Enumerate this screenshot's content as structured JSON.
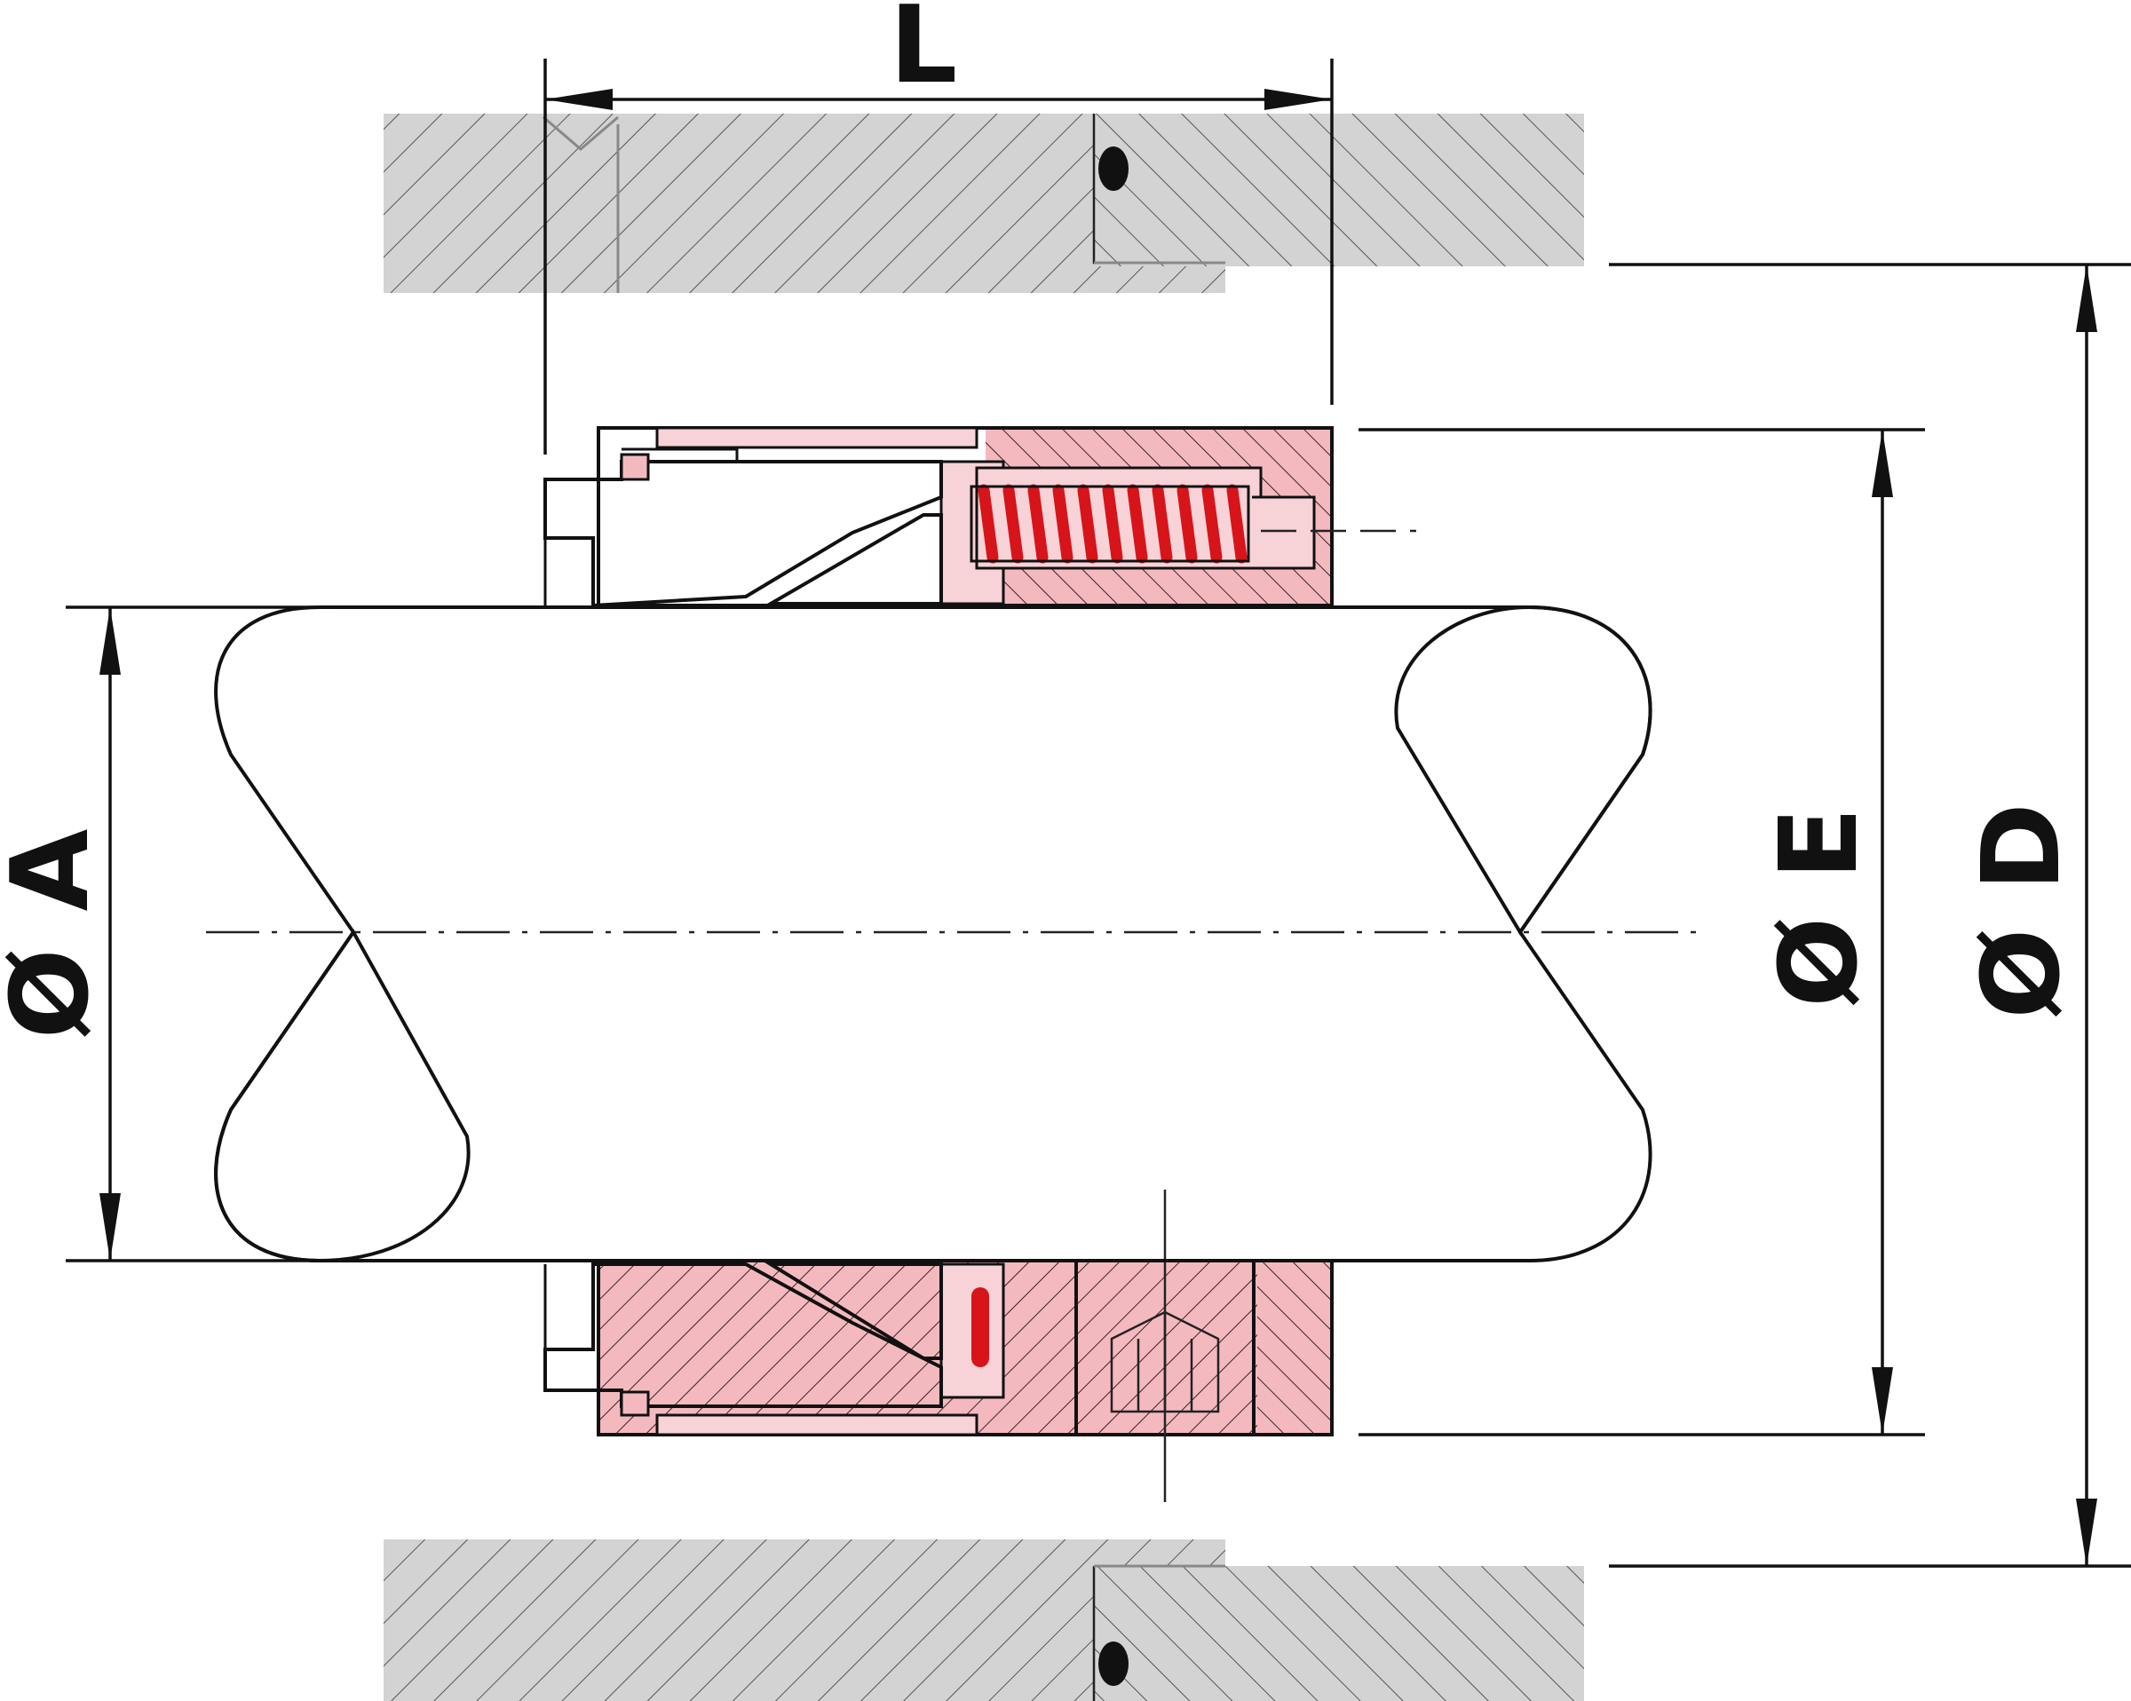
{
  "labels": {
    "length": "L",
    "diameter_a": "Ø A",
    "diameter_e": "Ø E",
    "diameter_d": "Ø D"
  },
  "colors": {
    "housing": "#d3d3d3",
    "seal_body": "#f4b9bf",
    "seal_face": "#f6cf9f",
    "spring": "#d6141a",
    "shaft_light": "#f2f6f9",
    "shaft_dark": "#8e9194",
    "shaft_section": "#5d6166",
    "outline": "#111111"
  }
}
